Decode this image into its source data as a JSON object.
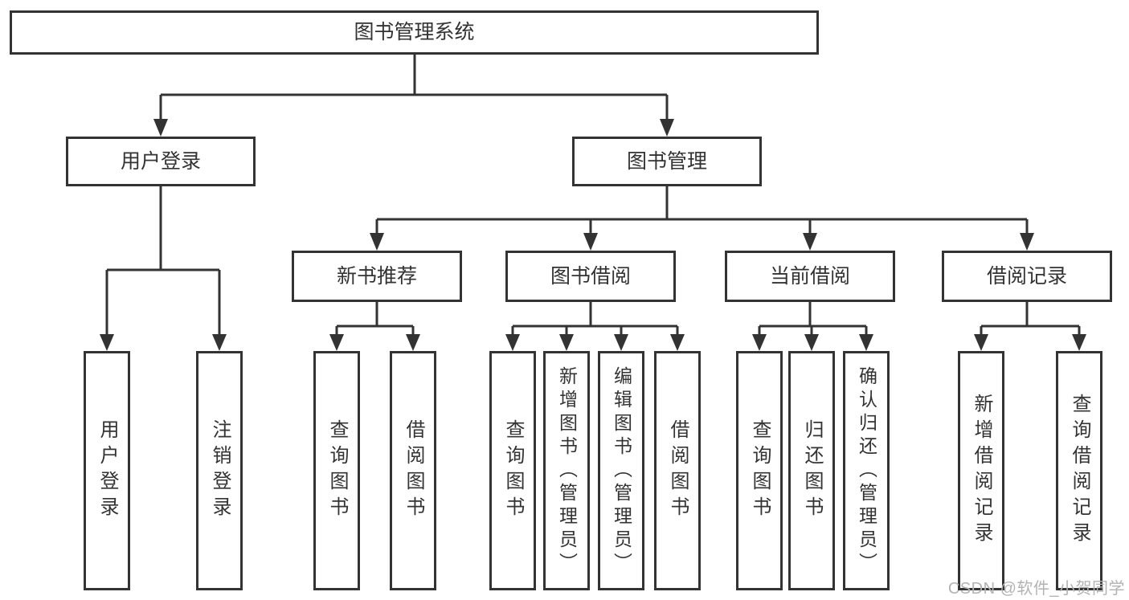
{
  "tree": {
    "label": "图书管理系统",
    "children": [
      {
        "label": "用户登录",
        "children": [
          {
            "label": "用户登录"
          },
          {
            "label": "注销登录"
          }
        ]
      },
      {
        "label": "图书管理",
        "children": [
          {
            "label": "新书推荐",
            "children": [
              {
                "label": "查询图书"
              },
              {
                "label": "借阅图书"
              }
            ]
          },
          {
            "label": "图书借阅",
            "children": [
              {
                "label": "查询图书"
              },
              {
                "label": "新增图书（管理员）"
              },
              {
                "label": "编辑图书（管理员）"
              },
              {
                "label": "借阅图书"
              }
            ]
          },
          {
            "label": "当前借阅",
            "children": [
              {
                "label": "查询图书"
              },
              {
                "label": "归还图书"
              },
              {
                "label": "确认归还（管理员）"
              }
            ]
          },
          {
            "label": "借阅记录",
            "children": [
              {
                "label": "新增借阅记录"
              },
              {
                "label": "查询借阅记录"
              }
            ]
          }
        ]
      }
    ]
  },
  "watermark": "CSDN @软件_小贺同学",
  "colors": {
    "line": "#333333",
    "box_border": "#333333",
    "box_fill": "#ffffff",
    "text": "#333333",
    "watermark": "#b3b3b3",
    "background": "#ffffff"
  }
}
